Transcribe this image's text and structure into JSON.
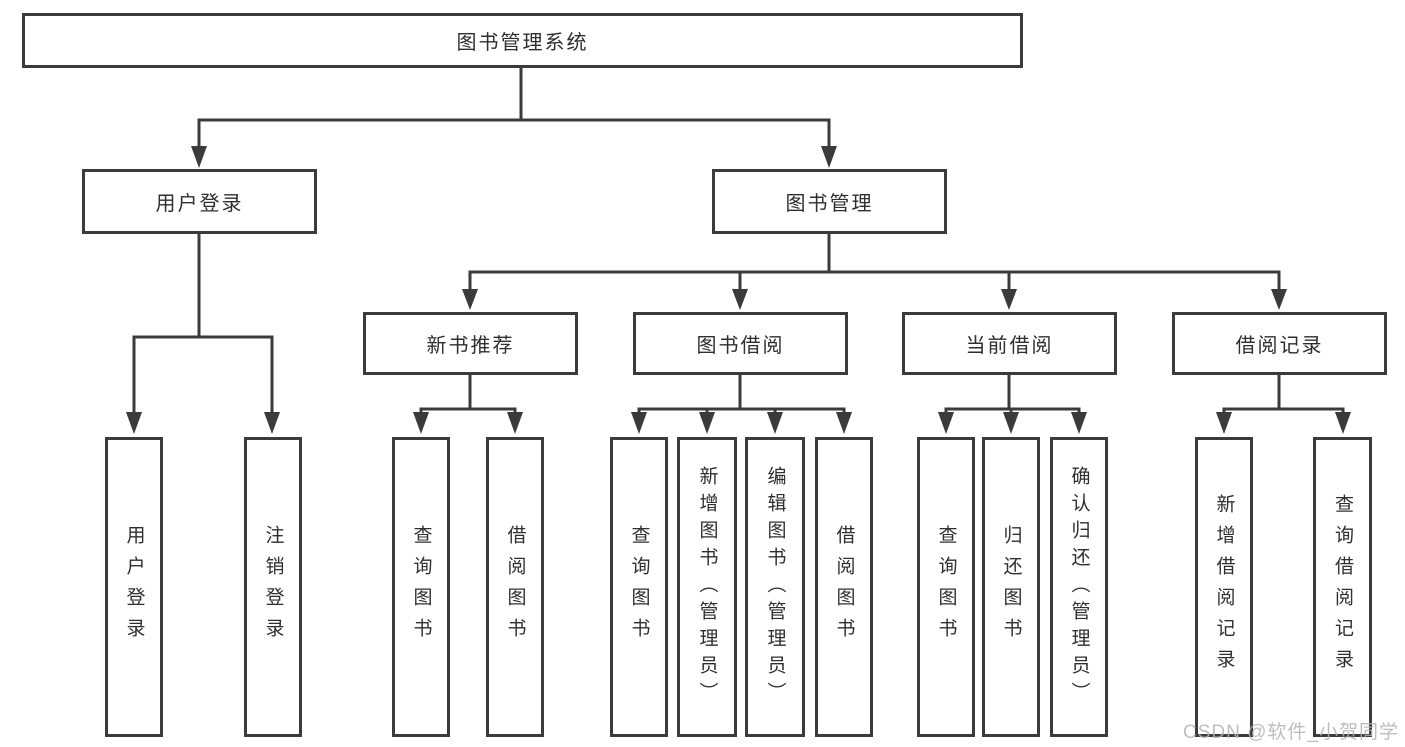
{
  "diagram": {
    "root": "图书管理系统",
    "branches": {
      "user_login": {
        "label": "用户登录",
        "children": [
          "用户登录",
          "注销登录"
        ]
      },
      "book_mgmt": {
        "label": "图书管理",
        "sections": {
          "new_book": {
            "label": "新书推荐",
            "children": [
              "查询图书",
              "借阅图书"
            ]
          },
          "borrowing": {
            "label": "图书借阅",
            "children": [
              "查询图书",
              "新增图书（管理员）",
              "编辑图书（管理员）",
              "借阅图书"
            ]
          },
          "current": {
            "label": "当前借阅",
            "children": [
              "查询图书",
              "归还图书",
              "确认归还（管理员）"
            ]
          },
          "records": {
            "label": "借阅记录",
            "children": [
              "新增借阅记录",
              "查询借阅记录"
            ]
          }
        }
      }
    }
  },
  "watermark": {
    "text": "CSDN @软件_小贺同学"
  },
  "colors": {
    "line": "#3b3b3b",
    "text": "#2f2f2f",
    "watermark": "#b3b3b3",
    "background": "#ffffff"
  }
}
